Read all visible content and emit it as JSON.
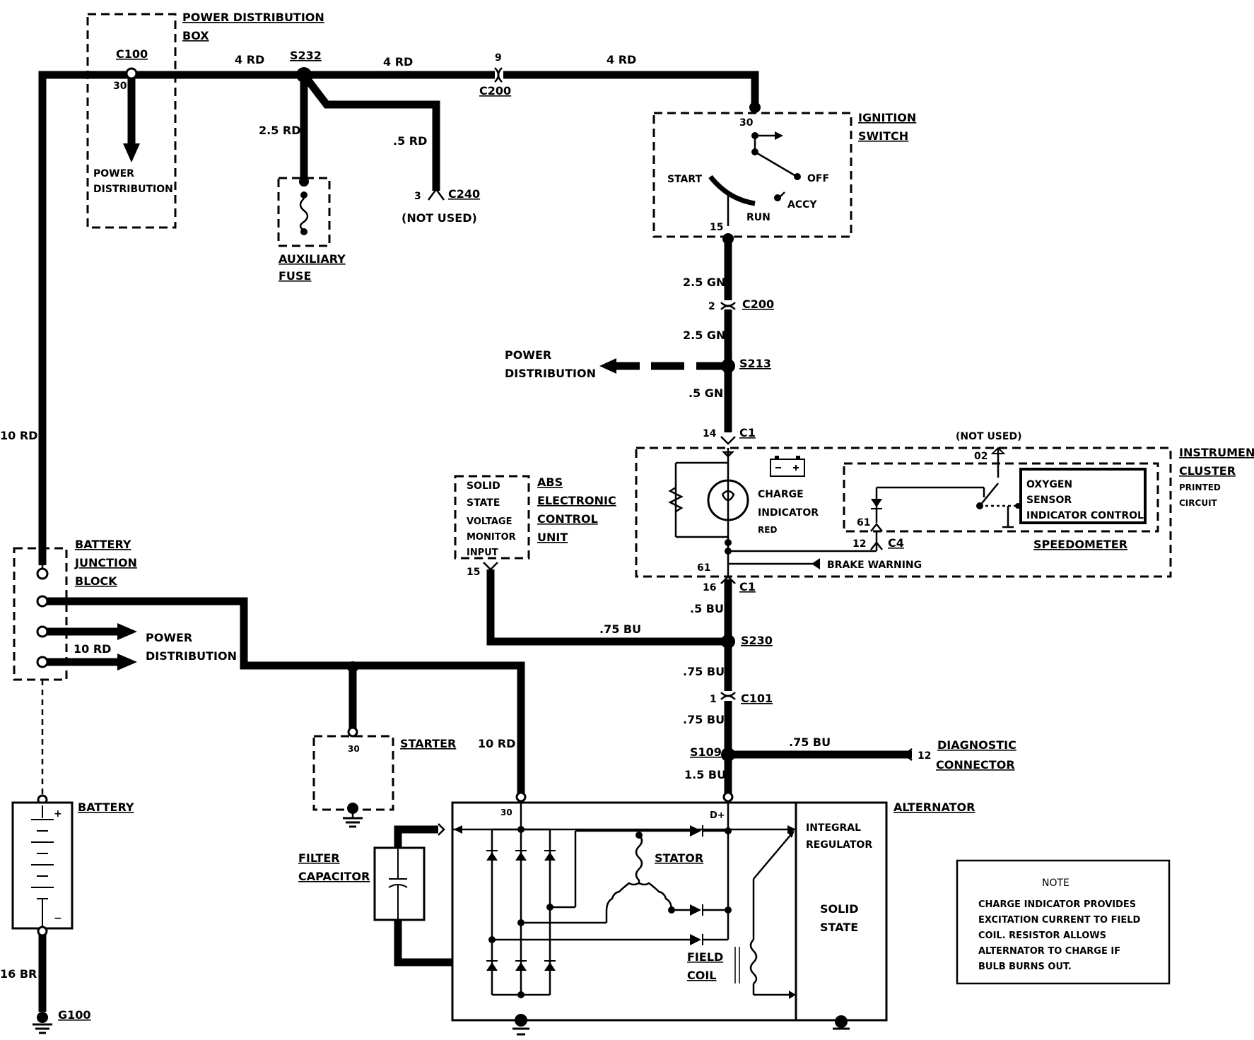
{
  "components": {
    "power_distribution_box": [
      "POWER DISTRIBUTION",
      "BOX"
    ],
    "power_distribution_inner": [
      "POWER",
      "DISTRIBUTION"
    ],
    "auxiliary_fuse": [
      "AUXILIARY",
      "FUSE"
    ],
    "ignition_switch": [
      "IGNITION",
      "SWITCH"
    ],
    "ignition_positions": {
      "start": "START",
      "off": "OFF",
      "accy": "ACCY",
      "run": "RUN"
    },
    "power_distribution_left": [
      "POWER",
      "DISTRIBUTION"
    ],
    "power_distribution_mid": [
      "POWER",
      "DISTRIBUTION"
    ],
    "solid_state_input": [
      "SOLID",
      "STATE",
      "VOLTAGE",
      "MONITOR",
      "INPUT"
    ],
    "abs_unit": [
      "ABS",
      "ELECTRONIC",
      "CONTROL",
      "UNIT"
    ],
    "instrument_cluster": [
      "INSTRUMENT",
      "CLUSTER",
      "PRINTED",
      "CIRCUIT"
    ],
    "charge_indicator": [
      "CHARGE",
      "INDICATOR",
      "RED"
    ],
    "oxygen_sensor": [
      "OXYGEN",
      "SENSOR",
      "INDICATOR CONTROL"
    ],
    "speedometer": "SPEEDOMETER",
    "brake_warning": "BRAKE WARNING",
    "battery_junction_block": [
      "BATTERY",
      "JUNCTION",
      "BLOCK"
    ],
    "starter": "STARTER",
    "battery": "BATTERY",
    "diagnostic_connector": [
      "DIAGNOSTIC",
      "CONNECTOR"
    ],
    "alternator": "ALTERNATOR",
    "filter_capacitor": [
      "FILTER",
      "CAPACITOR"
    ],
    "stator": "STATOR",
    "field_coil": [
      "FIELD",
      "COIL"
    ],
    "integral_regulator": [
      "INTEGRAL",
      "REGULATOR"
    ],
    "solid_state": [
      "SOLID",
      "STATE"
    ],
    "not_used": "(NOT USED)"
  },
  "connectors": {
    "c100": "C100",
    "s232": "S232",
    "c200_top": "C200",
    "c240": "C240",
    "c200_mid": "C200",
    "s213": "S213",
    "c1_top": "C1",
    "c4": "C4",
    "c1_bot": "C1",
    "s230": "S230",
    "c101": "C101",
    "s109": "S109",
    "g100": "G100"
  },
  "pins": {
    "p30_c100": "30",
    "p9": "9",
    "p3": "3",
    "p30_ign": "30",
    "p15_ign": "15",
    "p2": "2",
    "p14": "14",
    "p02": "02",
    "p61_c4": "61",
    "p12_c4": "12",
    "p61": "61",
    "p16": "16",
    "p15_abs": "15",
    "p1": "1",
    "p12_diag": "12",
    "p30_starter": "30",
    "p30_alt": "30",
    "d_plus": "D+"
  },
  "wires": {
    "w_4rd_a": "4 RD",
    "w_4rd_b": "4 RD",
    "w_4rd_c": "4 RD",
    "w_25rd": "2.5 RD",
    "w_05rd": ".5 RD",
    "w_10rd_left": "10 RD",
    "w_25gn_a": "2.5 GN",
    "w_25gn_b": "2.5 GN",
    "w_05gn": ".5 GN",
    "w_05bu": ".5 BU",
    "w_075bu_abs": ".75 BU",
    "w_075bu_a": ".75 BU",
    "w_075bu_b": ".75 BU",
    "w_075bu_diag": ".75 BU",
    "w_15bu": "1.5 BU",
    "w_10rd_block": "10 RD",
    "w_10rd_alt": "10 RD",
    "w_16br": "16 BR"
  },
  "note": {
    "title": "NOTE",
    "lines": [
      "CHARGE INDICATOR PROVIDES",
      "EXCITATION CURRENT TO FIELD",
      "COIL. RESISTOR ALLOWS",
      "ALTERNATOR TO CHARGE IF",
      "BULB BURNS OUT."
    ]
  }
}
